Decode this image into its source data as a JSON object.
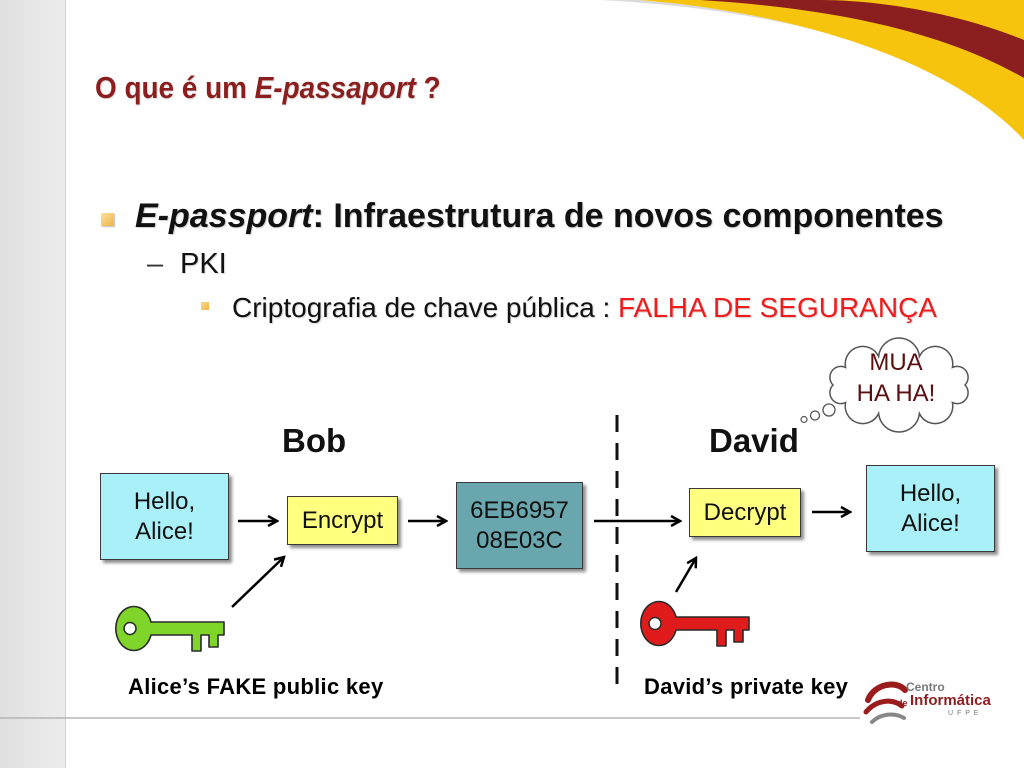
{
  "title": {
    "prefix": "O que é um ",
    "italic": "E-passaport",
    "suffix": " ?"
  },
  "bullets": {
    "level1": {
      "italic": "E-passport",
      "rest": ": Infraestrutura de novos componentes"
    },
    "level2": {
      "dash": "–",
      "text": "PKI"
    },
    "level3": {
      "text": "Criptografia de chave pública : ",
      "highlight": "FALHA DE SEGURANÇA"
    }
  },
  "thought_bubble": {
    "line1": "MUA",
    "line2": "HA HA!"
  },
  "diagram": {
    "sender": "Bob",
    "receiver": "David",
    "plaintext_in": [
      "Hello,",
      "Alice!"
    ],
    "encrypt": "Encrypt",
    "ciphertext": [
      "6EB6957",
      "08E03C"
    ],
    "decrypt": "Decrypt",
    "plaintext_out": [
      "Hello,",
      "Alice!"
    ],
    "public_key": {
      "icon": "green-key-icon",
      "label": "Alice’s FAKE public key"
    },
    "private_key": {
      "icon": "red-key-icon",
      "label": "David’s private key"
    }
  },
  "logo": {
    "line1": "Centro",
    "prefix": "de",
    "line2": "Informática",
    "line3": "U F P E"
  },
  "colors": {
    "title": "#8b1e1e",
    "highlight": "#ee1c1c",
    "plaintext_box": "#aaf0f8",
    "operation_box": "#ffff80",
    "ciphertext_box": "#6aa6ad",
    "public_key": "#7fd52a",
    "private_key": "#e01b1b",
    "accent_yellow": "#f6c40c",
    "accent_red": "#8b1e1e",
    "bullet": "#eeb54a"
  }
}
